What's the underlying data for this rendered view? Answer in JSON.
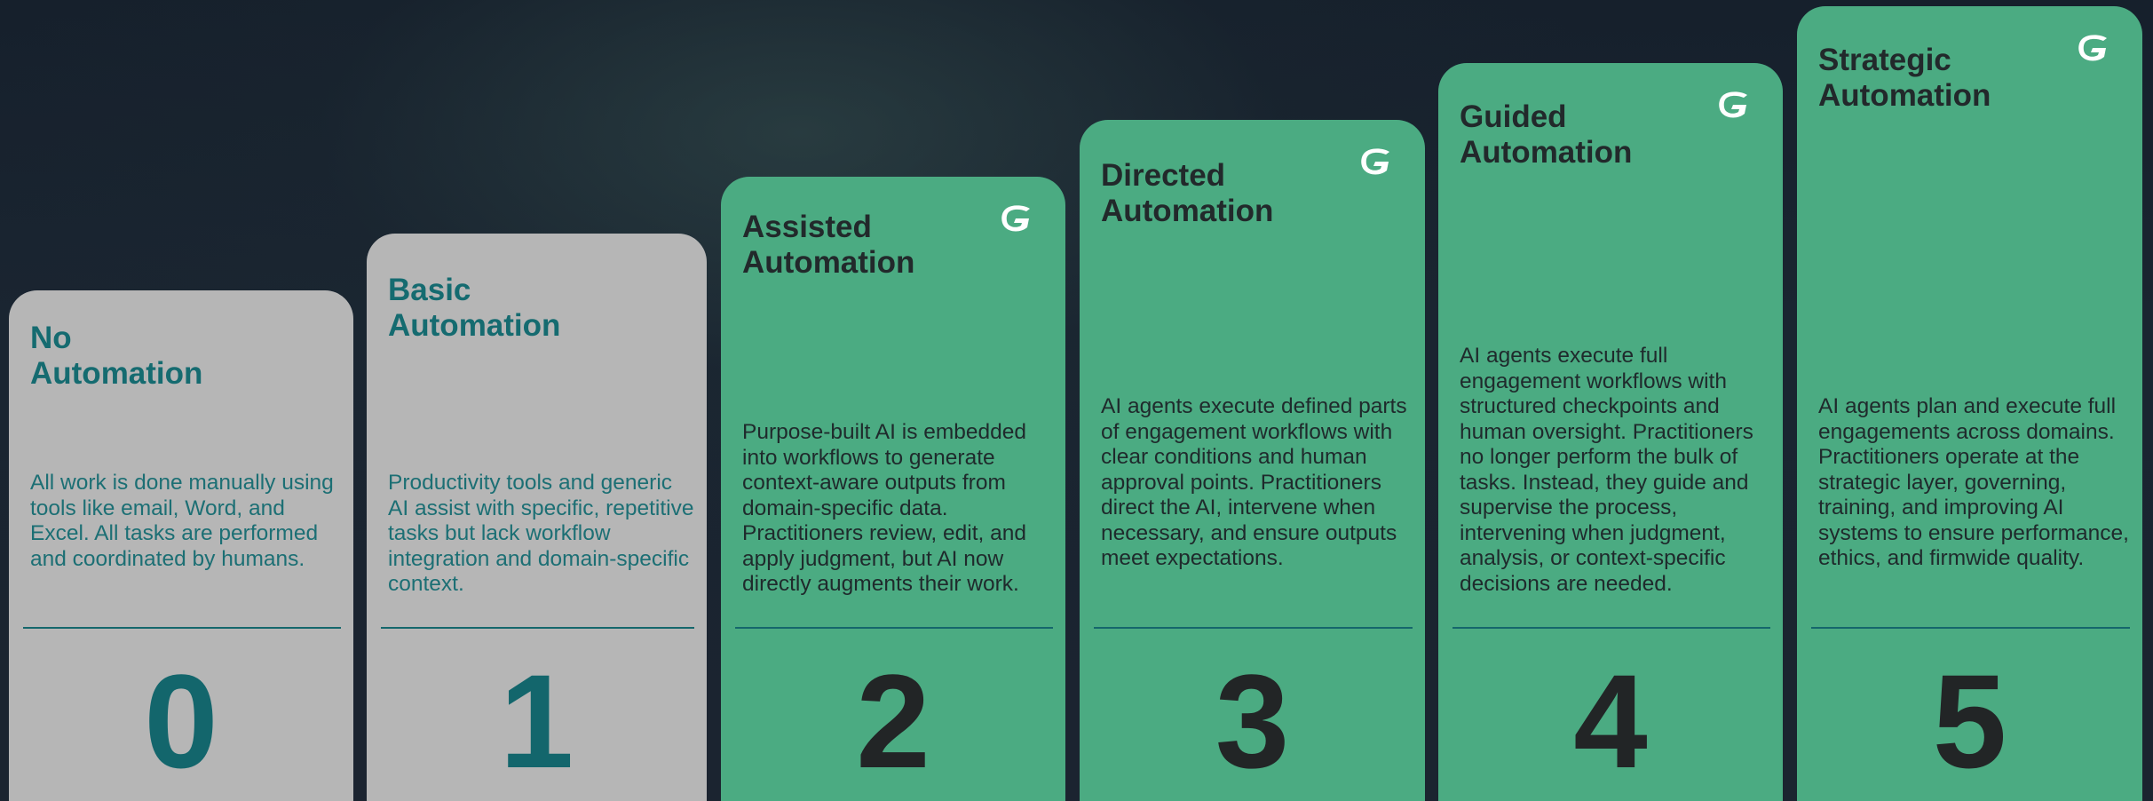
{
  "levels": [
    {
      "title": "No\nAutomation",
      "description": "All work is done manually using tools like email, Word, and Excel. All tasks are performed and coordinated by humans.",
      "number": "0",
      "has_logo": false
    },
    {
      "title": "Basic\nAutomation",
      "description": "Productivity tools and generic AI assist with specific, repetitive tasks but lack workflow integration and domain-specific context.",
      "number": "1",
      "has_logo": false
    },
    {
      "title": "Assisted\nAutomation",
      "description": "Purpose-built AI is embedded into workflows to generate context-aware outputs from domain-specific data. Practitioners review, edit, and apply judgment, but AI now directly augments their work.",
      "number": "2",
      "has_logo": true
    },
    {
      "title": "Directed\nAutomation",
      "description": "AI agents execute defined parts of engagement workflows with clear conditions and human approval points. Practitioners direct the AI, intervene when necessary, and ensure outputs meet expectations.",
      "number": "3",
      "has_logo": true
    },
    {
      "title": "Guided\nAutomation",
      "description": "AI agents execute full engagement workflows with structured checkpoints and human oversight. Practitioners no longer perform the bulk of tasks. Instead, they guide and supervise the process, intervening when judgment, analysis, or context-specific decisions are needed.",
      "number": "4",
      "has_logo": true
    },
    {
      "title": "Strategic\nAutomation",
      "description": "AI agents plan and execute full engagements across domains. Practitioners operate at the strategic layer, governing, training, and improving AI systems to ensure performance, ethics, and firmwide quality.",
      "number": "5",
      "has_logo": true
    }
  ],
  "colors": {
    "manual_card": "#b6b6b6",
    "ai_card": "#4bab82",
    "manual_text": "#156b70",
    "ai_text": "#22292b",
    "background": "#1a2531"
  },
  "icons": {
    "logo": "g-logo-icon"
  }
}
